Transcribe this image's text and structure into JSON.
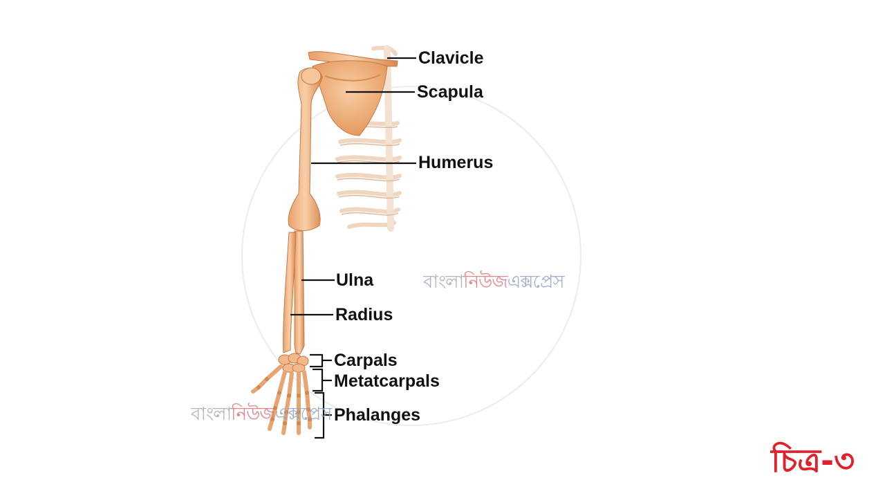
{
  "labels": {
    "clavicle": "Clavicle",
    "scapula": "Scapula",
    "humerus": "Humerus",
    "ulna": "Ulna",
    "radius": "Radius",
    "carpals": "Carpals",
    "metacarpals": "Metatcarpals",
    "phalanges": "Phalanges"
  },
  "watermark": {
    "part1": "বাংলা",
    "part2": "নিউজ",
    "part3": "এক্সপ্রেস"
  },
  "figure_label": "চিত্র-৩",
  "colors": {
    "bone": "#f2b98c",
    "bone_dark": "#c9763f",
    "figure_label": "#e0202a"
  }
}
